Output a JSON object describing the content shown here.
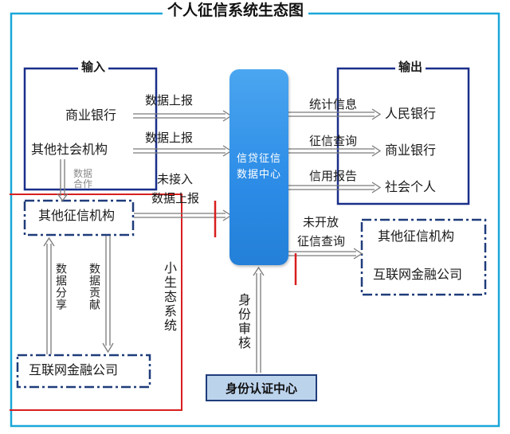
{
  "title": "个人征信系统生态图",
  "input": {
    "header": "输入",
    "sources": [
      "商业银行",
      "其他社会机构"
    ],
    "report_labels": [
      "数据上报",
      "数据上报"
    ],
    "cooperation_label": "数据合作",
    "other_agencies": "其他征信机构",
    "unconnected_label": [
      "未接入",
      "数据上报"
    ]
  },
  "center": {
    "label": "信贷征信数据中心"
  },
  "output": {
    "header": "输出",
    "targets": [
      "人民银行",
      "商业银行",
      "社会个人"
    ],
    "flows": [
      "统计信息",
      "征信查询",
      "信用报告"
    ]
  },
  "unopened": {
    "label": [
      "未开放",
      "征信查询"
    ],
    "nodes": [
      "其他征信机构",
      "互联网金融公司"
    ]
  },
  "ecosystem": {
    "label": "小生态系统",
    "share_label": "数据分享",
    "contribute_label": "数据贡献",
    "internet_finance": "互联网金融公司"
  },
  "identity": {
    "label": "身份认证中心",
    "flow_label": "身份审核"
  },
  "colors": {
    "frame": "#1aa7d8",
    "center_fill": "#2b8be6",
    "input_output_box": "#1a2f8a",
    "dashdot_box": "#1f3c7a",
    "eco_border": "#d81e1e",
    "arrow": "#7a7a7a"
  }
}
